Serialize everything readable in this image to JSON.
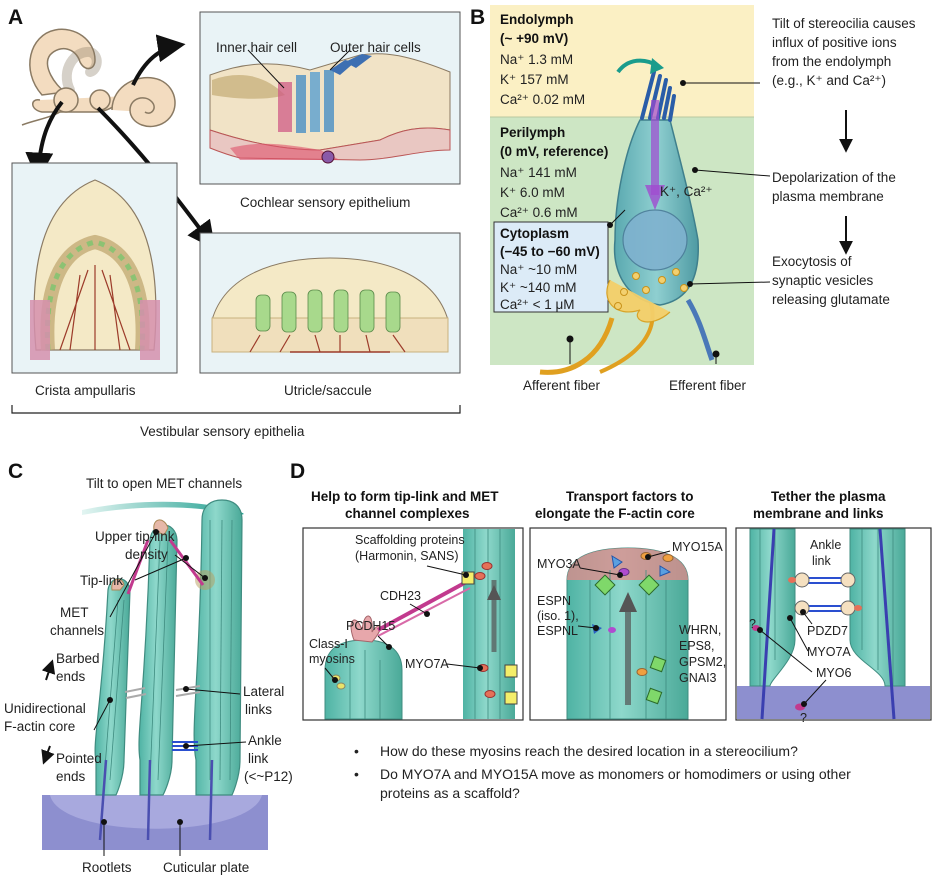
{
  "panel_labels": {
    "a": "A",
    "b": "B",
    "c": "C",
    "d": "D"
  },
  "panel_a": {
    "inner_hair_cell": "Inner hair cell",
    "outer_hair_cells": "Outer hair cells",
    "cochlear_caption": "Cochlear sensory epithelium",
    "crista_caption": "Crista ampullaris",
    "utricle_caption": "Utricle/saccule",
    "vestibular_caption": "Vestibular sensory epithelia"
  },
  "panel_b": {
    "endolymph": {
      "title": "Endolymph",
      "potential": "(~ +90 mV)",
      "na": "Na⁺ 1.3 mM",
      "k": "K⁺ 157 mM",
      "ca": "Ca²⁺ 0.02 mM"
    },
    "perilymph": {
      "title": "Perilymph",
      "potential": "(0 mV, reference)",
      "na": "Na⁺ 141 mM",
      "k": "K⁺ 6.0 mM",
      "ca": "Ca²⁺ 0.6 mM"
    },
    "cytoplasm": {
      "title": "Cytoplasm",
      "potential": "(−45 to −60 mV)",
      "na": "Na⁺ ~10 mM",
      "k": "K⁺ ~140 mM",
      "ca": "Ca²⁺ < 1  μM"
    },
    "ions_label": "K⁺, Ca²⁺",
    "step1": [
      "Tilt of stereocilia causes",
      "influx of positive ions",
      "from the endolymph",
      "(e.g., K⁺ and Ca²⁺)"
    ],
    "step2": [
      "Depolarization of the",
      "plasma membrane"
    ],
    "step3": [
      "Exocytosis of",
      "synaptic vesicles",
      "releasing glutamate"
    ],
    "afferent": "Afferent fiber",
    "efferent": "Efferent fiber"
  },
  "panel_c": {
    "tilt": "Tilt to open MET channels",
    "upper_tip": [
      "Upper tip-link",
      "density"
    ],
    "tip_link": "Tip-link",
    "met": [
      "MET",
      "channels"
    ],
    "barbed": [
      "Barbed",
      "ends"
    ],
    "core": [
      "Unidirectional",
      "F-actin core"
    ],
    "pointed": [
      "Pointed",
      "ends"
    ],
    "lateral": [
      "Lateral",
      "links"
    ],
    "ankle": [
      "Ankle",
      "link",
      "(<~P12)"
    ],
    "rootlets": "Rootlets",
    "cuticular": "Cuticular plate"
  },
  "panel_d": {
    "h1": [
      "Help to form tip-link and MET",
      "channel complexes"
    ],
    "h2": [
      "Transport factors to",
      "elongate the F-actin core"
    ],
    "h3": [
      "Tether the plasma",
      "membrane and links"
    ],
    "scaffold": [
      "Scaffolding proteins",
      "(Harmonin, SANS)"
    ],
    "cdh23": "CDH23",
    "pcdh15": "PCDH15",
    "classi": [
      "Class-I",
      "myosins"
    ],
    "myo7a": "MYO7A",
    "myo3a": "MYO3A",
    "myo15a": "MYO15A",
    "espn": [
      "ESPN",
      "(iso. 1),",
      "ESPNL"
    ],
    "whrn": [
      "WHRN,",
      "EPS8,",
      "GPSM2,",
      "GNAI3"
    ],
    "ankle": [
      "Ankle",
      "link"
    ],
    "pdzd7": "PDZD7",
    "myo7a_2": "MYO7A",
    "myo6": "MYO6",
    "q": "?",
    "bullets": [
      "How do these myosins reach the desired location in a stereocilium?",
      "Do MYO7A and MYO15A move as monomers or homodimers or using other proteins as a scaffold?"
    ],
    "bullet_lines": [
      [
        "How do these myosins reach the desired location in a stereocilium?"
      ],
      [
        "Do MYO7A and MYO15A move as monomers or homodimers or using other",
        "proteins as a scaffold?"
      ]
    ]
  },
  "colors": {
    "endolymph": "#fbf0c4",
    "perilymph": "#cde6c4",
    "cell": "#6fb9b8",
    "stereocilia": "#6cc4b4",
    "plate": "#8d8fcf",
    "arrow_teal": "#1a9c8c",
    "magenta": "#c23a8e"
  }
}
